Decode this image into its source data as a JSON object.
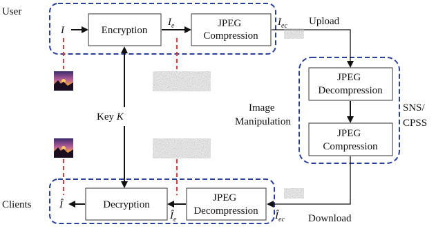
{
  "groups": {
    "user": "User",
    "clients": "Clients",
    "service": "SNS/\nCPSS"
  },
  "blocks": {
    "encryption": "Encryption",
    "jpeg_compression_top": "JPEG\nCompression",
    "jpeg_decompression_right": "JPEG\nDecompression",
    "jpeg_compression_right": "JPEG\nCompression",
    "jpeg_decompression_bottom": "JPEG\nDecompression",
    "decryption": "Decryption"
  },
  "labels": {
    "input": "I",
    "encrypted": "I",
    "encrypted_sub": "e",
    "compressed": "I",
    "compressed_sub": "ec",
    "decompressed": "Î",
    "decompressed_sub": "e",
    "downloaded": "Î",
    "downloaded_sub": "ec",
    "output": "Î",
    "upload": "Upload",
    "download": "Download",
    "key": "Key ",
    "key_italic": "K",
    "manipulation": "Image\nManipulation"
  },
  "colors": {
    "group_border": "#2a3f9a",
    "marker_line": "#e23a3a",
    "noise_fill": "#8a8a8a"
  }
}
